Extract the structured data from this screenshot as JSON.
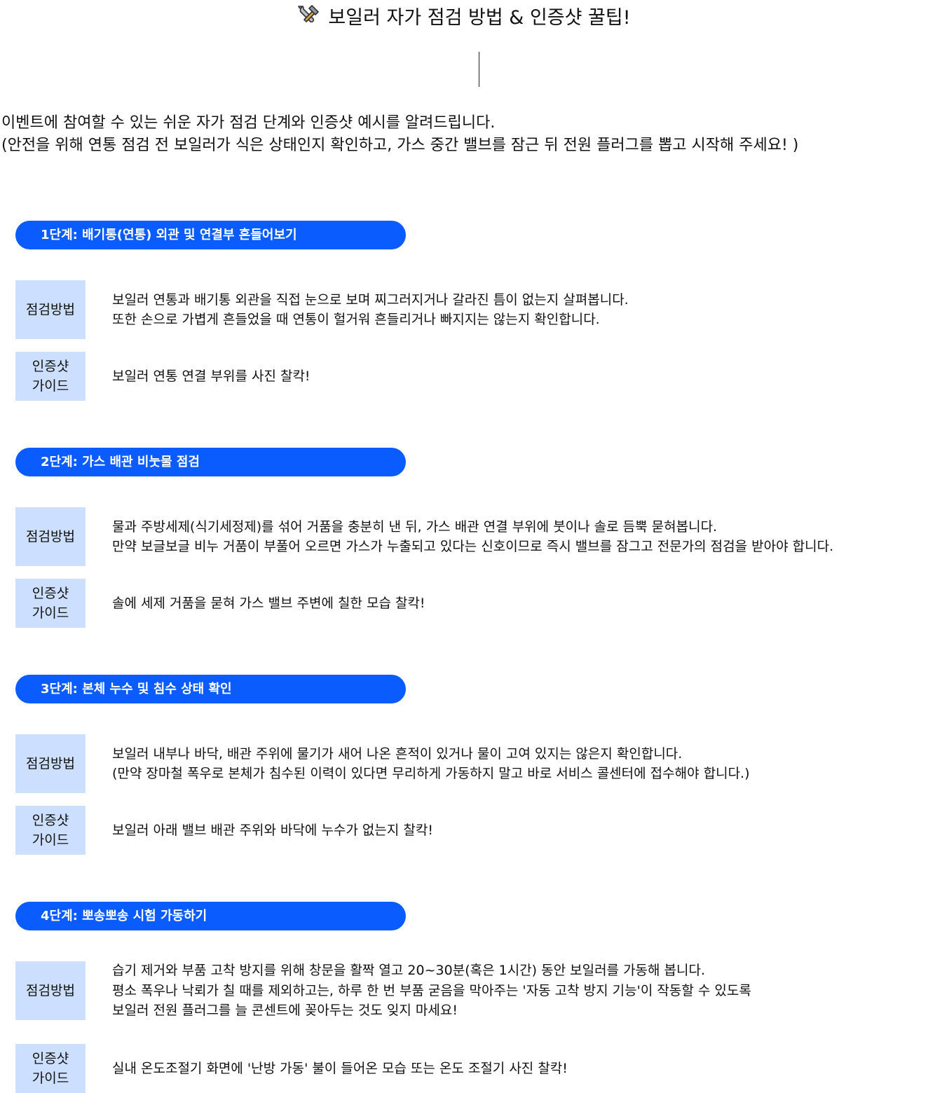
{
  "header": {
    "title": "보일러 자가 점검 방법 & 인증샷 꿀팁!",
    "icon": "tools-icon"
  },
  "intro": {
    "line1": "이벤트에 참여할 수 있는 쉬운 자가 점검 단계와 인증샷 예시를 알려드립니다.",
    "line2": "(안전을 위해 연통 점검 전 보일러가 식은 상태인지 확인하고, 가스 중간 밸브를 잠근 뒤 전원 플러그를 뽑고 시작해 주세요! )"
  },
  "labels": {
    "method": "점검방법",
    "guide_line1": "인증샷",
    "guide_line2": "가이드"
  },
  "colors": {
    "accent": "#0a5cff",
    "tag_bg": "#cddffe"
  },
  "steps": [
    {
      "title": "1단계: 배기통(연통) 외관 및 연결부 흔들어보기",
      "method": [
        "보일러 연통과 배기통 외관을 직접 눈으로 보며 찌그러지거나 갈라진 틈이 없는지 살펴봅니다.",
        "또한 손으로 가볍게 흔들었을 때 연통이 헐거워 흔들리거나 빠지지는 않는지 확인합니다."
      ],
      "guide": "보일러 연통 연결 부위를 사진 찰칵!"
    },
    {
      "title": "2단계: 가스 배관 비눗물 점검",
      "method": [
        "물과 주방세제(식기세정제)를 섞어 거품을 충분히 낸 뒤, 가스 배관 연결 부위에 붓이나 솔로 듬뿍 묻혀봅니다.",
        "만약 보글보글 비누 거품이 부풀어 오르면 가스가 누출되고 있다는 신호이므로 즉시 밸브를 잠그고 전문가의 점검을 받아야 합니다."
      ],
      "guide": "솔에 세제 거품을 묻혀 가스 밸브 주변에 칠한 모습 찰칵!"
    },
    {
      "title": "3단계: 본체 누수 및 침수 상태 확인",
      "method": [
        "보일러 내부나 바닥, 배관 주위에 물기가 새어 나온 흔적이 있거나 물이 고여 있지는 않은지 확인합니다.",
        "(만약 장마철 폭우로 본체가 침수된 이력이 있다면 무리하게 가동하지 말고 바로 서비스 콜센터에 접수해야 합니다.)"
      ],
      "guide": "보일러 아래 밸브 배관 주위와 바닥에 누수가 없는지 찰칵!"
    },
    {
      "title": "4단계: 뽀송뽀송 시험 가동하기",
      "method": [
        "습기 제거와 부품 고착 방지를 위해 창문을 활짝 열고 20~30분(혹은 1시간) 동안 보일러를 가동해 봅니다.",
        "평소 폭우나 낙뢰가 칠 때를 제외하고는, 하루 한 번 부품 굳음을 막아주는 '자동 고착 방지 기능'이 작동할 수 있도록",
        "보일러 전원 플러그를 늘 콘센트에 꽂아두는 것도 잊지 마세요!"
      ],
      "guide": "실내 온도조절기 화면에 '난방 가동' 불이 들어온 모습 또는 온도 조절기 사진 찰칵!"
    }
  ]
}
